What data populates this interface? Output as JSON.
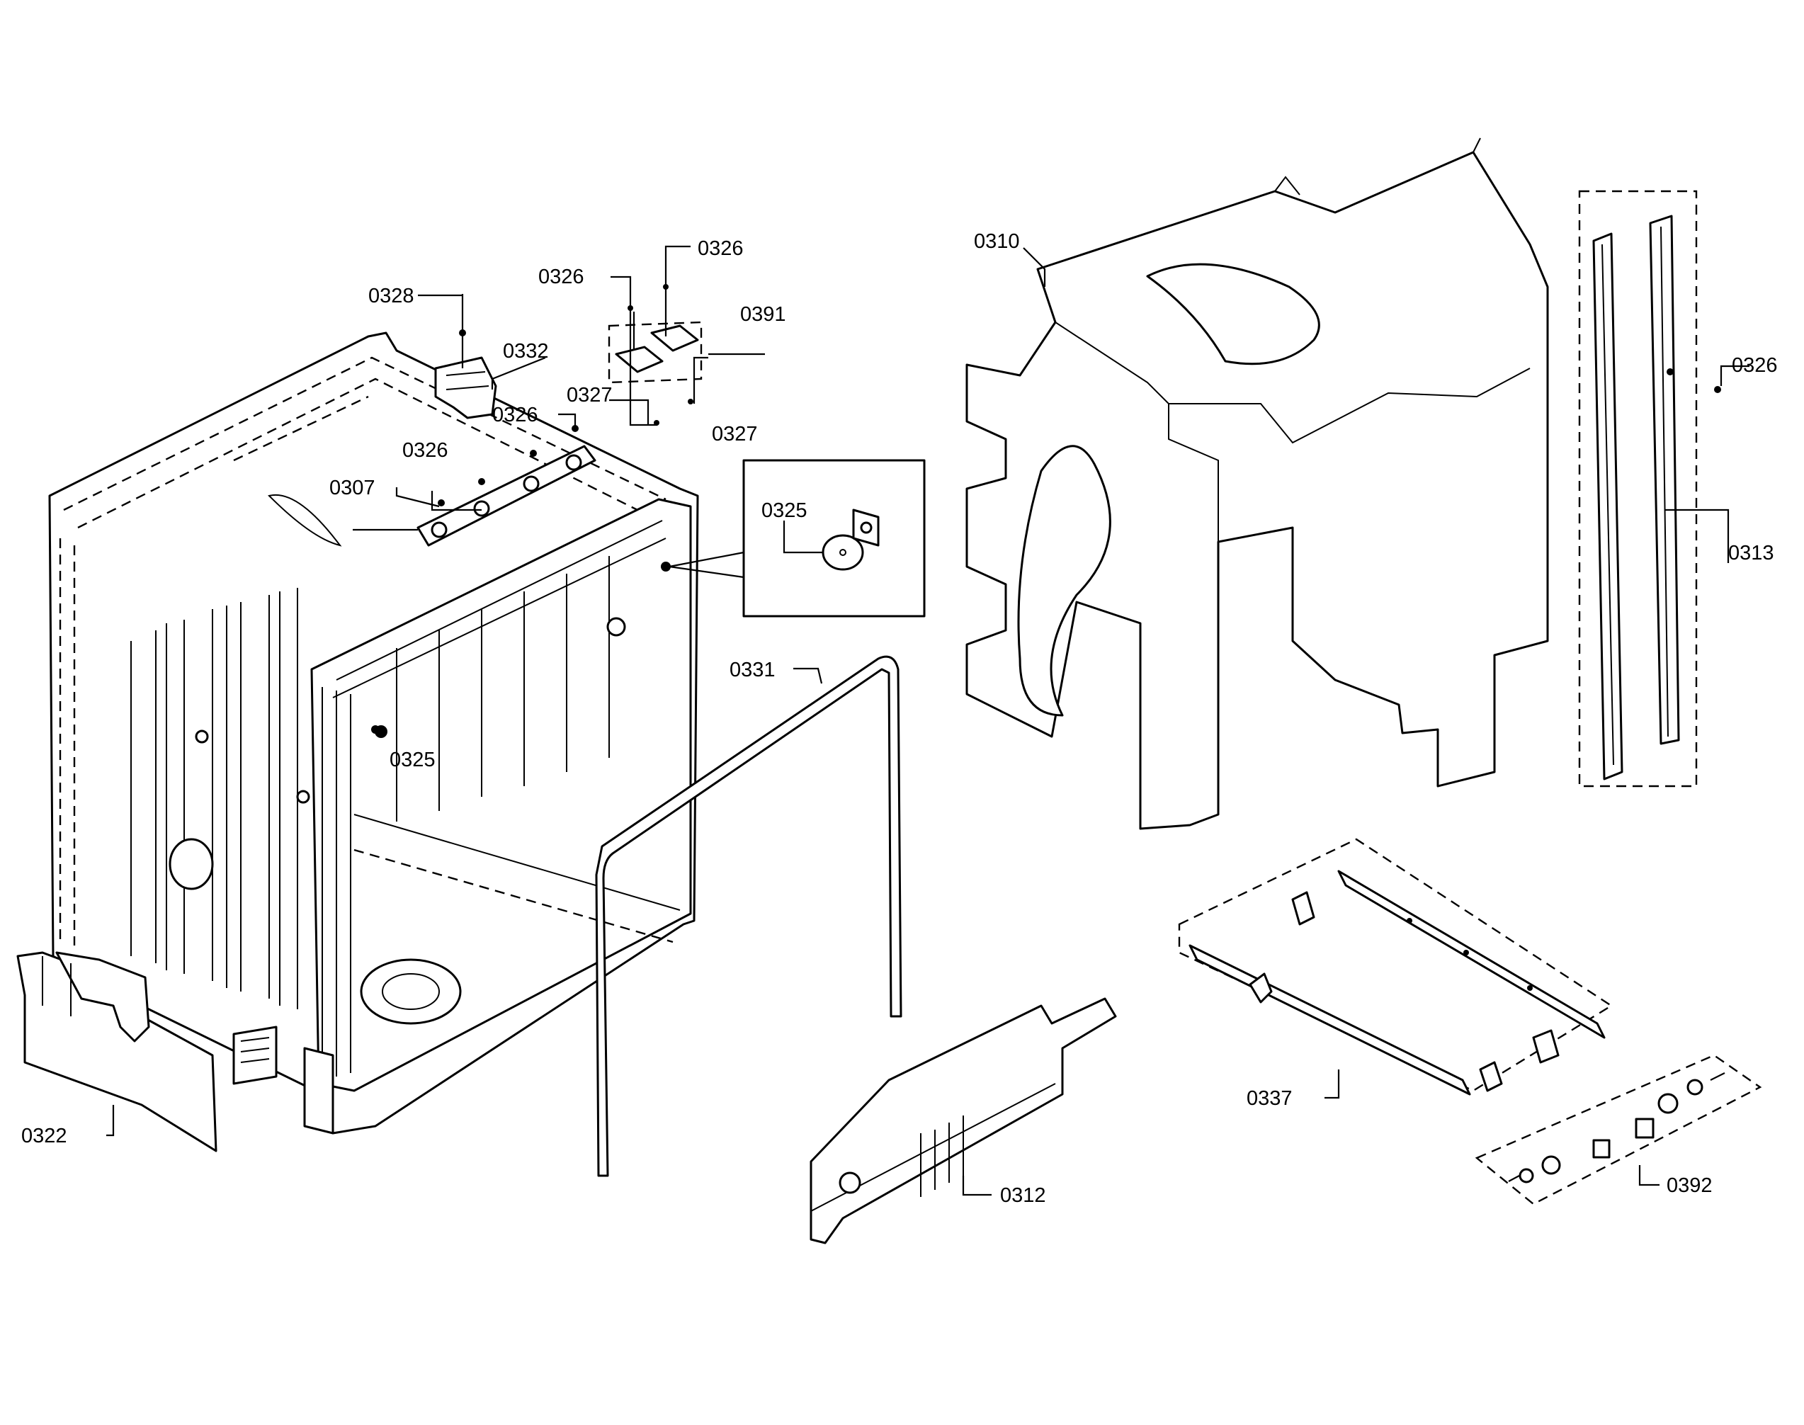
{
  "callouts": {
    "c0328": "0328",
    "c0332": "0332",
    "c0326_a": "0326",
    "c0326_b": "0326",
    "c0326_c": "0326",
    "c0326_d": "0326",
    "c0326_e": "0326",
    "c0391": "0391",
    "c0327_a": "0327",
    "c0327_b": "0327",
    "c0307": "0307",
    "c0325_a": "0325",
    "c0325_b": "0325",
    "c0331": "0331",
    "c0322": "0322",
    "c0310": "0310",
    "c0313": "0313",
    "c0337": "0337",
    "c0312": "0312",
    "c0392": "0392"
  }
}
